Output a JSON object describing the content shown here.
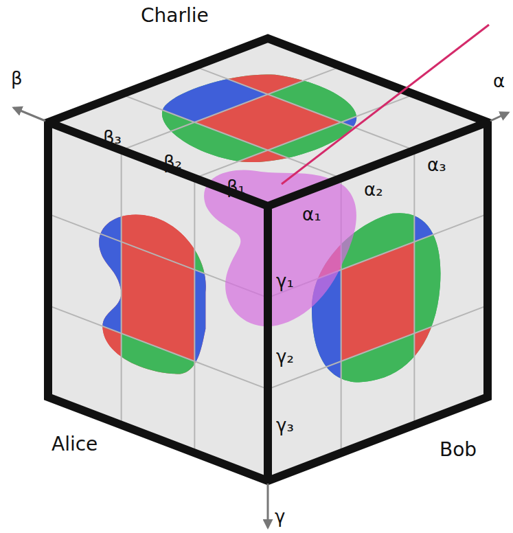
{
  "diagram": {
    "labels": [
      "Charlie",
      "β",
      "α",
      "β₃",
      "β₂",
      "β₁",
      "α₁",
      "α₂",
      "α₃",
      "γ₁",
      "γ₂",
      "γ₃",
      "Alice",
      "Bob",
      "γ"
    ]
  }
}
